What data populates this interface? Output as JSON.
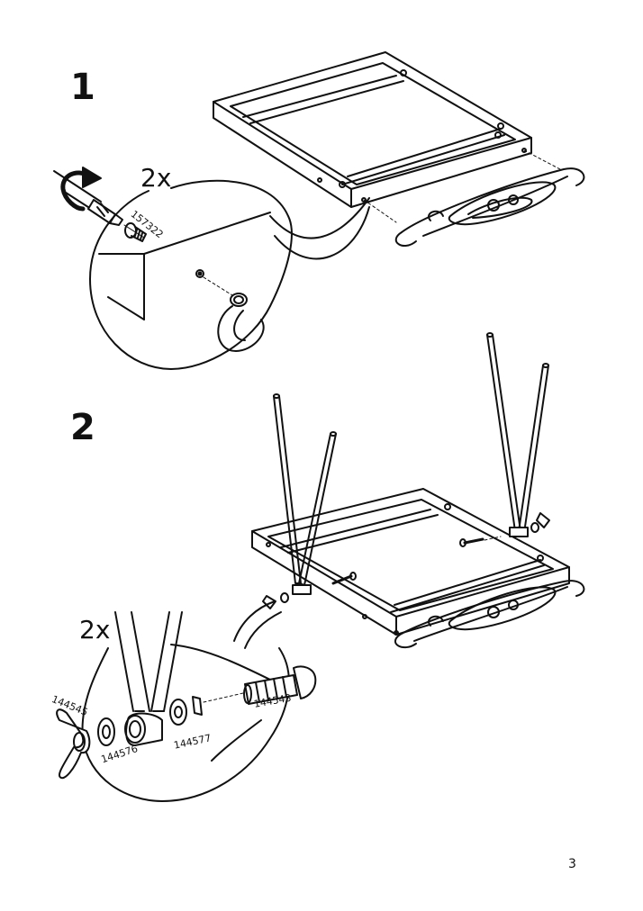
{
  "step1": {
    "number": "1",
    "quantity": "2x",
    "part_numbers": [
      "157322"
    ]
  },
  "step2": {
    "number": "2",
    "quantity": "2x",
    "part_numbers": [
      "144545",
      "144576",
      "144577",
      "144543"
    ]
  },
  "page_number": "3"
}
